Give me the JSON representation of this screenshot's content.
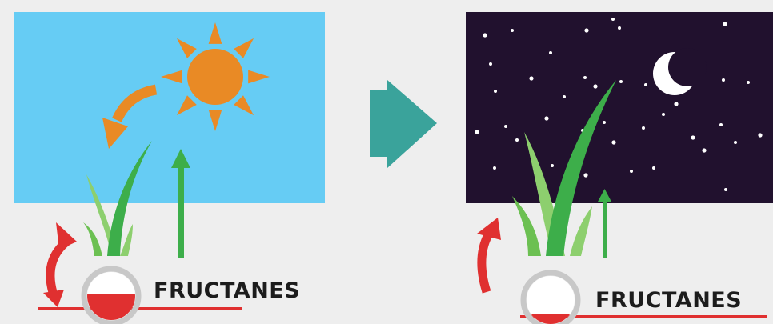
{
  "panels": [
    {
      "id": "day",
      "scene": "day",
      "sky_color": "#66ccf4",
      "fructan_level": 0.55,
      "storage_label": "FRUCTANES"
    },
    {
      "id": "night",
      "scene": "night",
      "sky_color": "#21112e",
      "fructan_level": 0.2,
      "storage_label": "FRUCTANES"
    }
  ],
  "icons": {
    "day": [
      "sun-icon",
      "curved-arrow-icon",
      "grass-icon",
      "up-arrow-icon",
      "storage-circle-icon",
      "cycle-arrow-icon"
    ],
    "night": [
      "moon-icon",
      "stars-icon",
      "grass-icon",
      "up-arrow-icon",
      "storage-circle-icon",
      "cycle-arrow-icon"
    ],
    "transition": "right-arrow-icon"
  },
  "colors": {
    "sun": "#e98a25",
    "moon": "#ffffff",
    "transition_arrow": "#3aa39b",
    "grass_dark": "#3dae4a",
    "grass_light": "#8dcf6e",
    "fructan_fill": "#e03030",
    "circle_ring": "#c8c8c8",
    "baseline": "#e03030"
  }
}
